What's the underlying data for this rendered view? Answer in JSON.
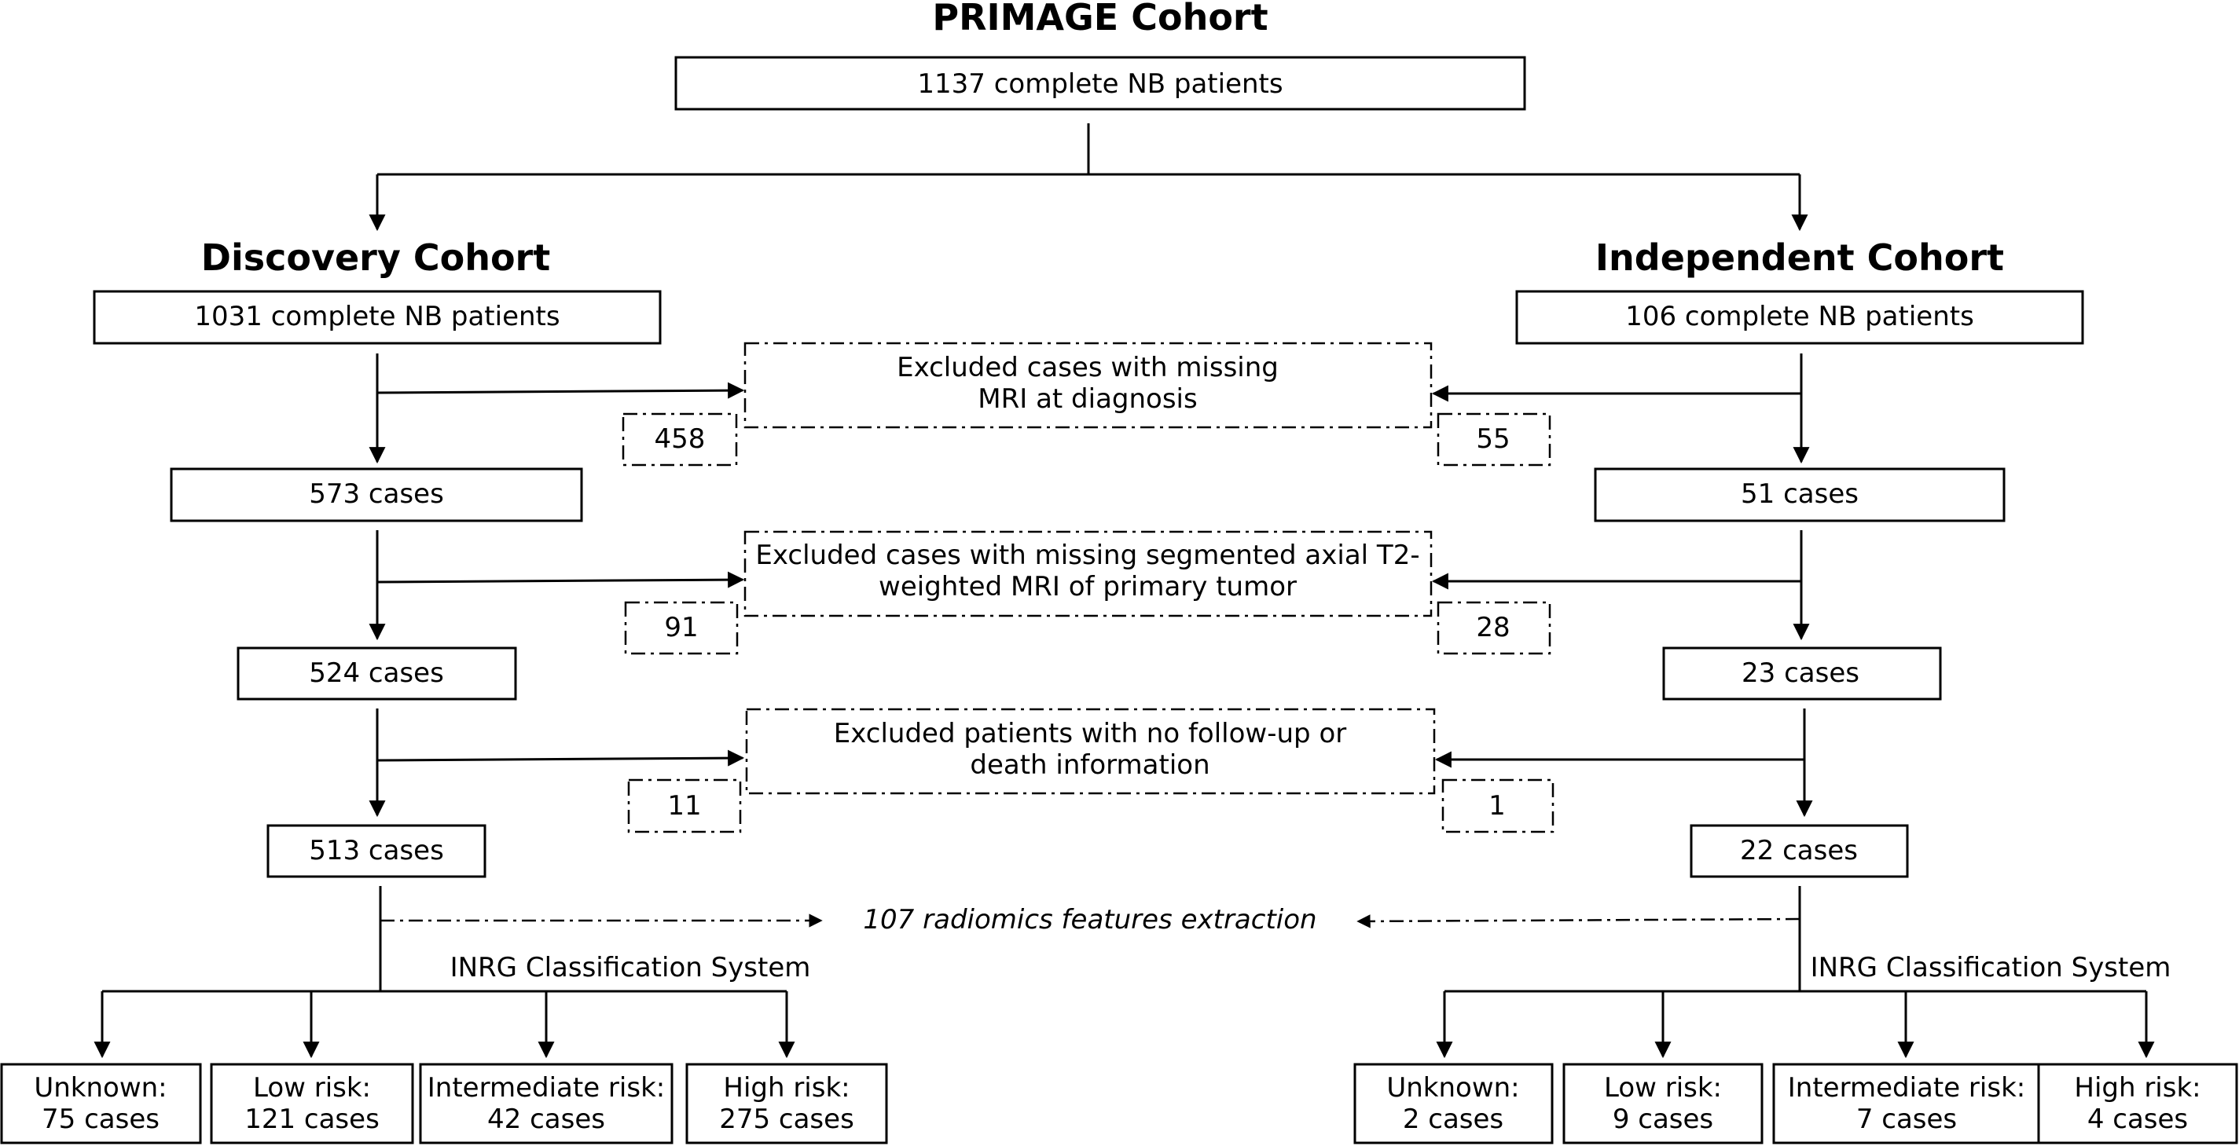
{
  "title": "PRIMAGE Cohort",
  "top_box": "1137 complete NB patients",
  "discovery": {
    "title": "Discovery Cohort",
    "start": "1031 complete NB patients",
    "step1": "573 cases",
    "step2": "524 cases",
    "step3": "513 cases",
    "excl1": "458",
    "excl2": "91",
    "excl3": "11",
    "inrg_label": "INRG Classification System",
    "groups": [
      {
        "line1": "Unknown:",
        "line2": "75 cases"
      },
      {
        "line1": "Low risk:",
        "line2": "121 cases"
      },
      {
        "line1": "Intermediate risk:",
        "line2": "42 cases"
      },
      {
        "line1": "High risk:",
        "line2": "275 cases"
      }
    ]
  },
  "independent": {
    "title": "Independent Cohort",
    "start": "106 complete NB patients",
    "step1": "51 cases",
    "step2": "23 cases",
    "step3": "22 cases",
    "excl1": "55",
    "excl2": "28",
    "excl3": "1",
    "inrg_label": "INRG Classification System",
    "groups": [
      {
        "line1": "Unknown:",
        "line2": "2 cases"
      },
      {
        "line1": "Low risk:",
        "line2": "9 cases"
      },
      {
        "line1": "Intermediate risk:",
        "line2": "7 cases"
      },
      {
        "line1": "High risk:",
        "line2": "4 cases"
      }
    ]
  },
  "exclusions": [
    {
      "line1": "Excluded cases with missing",
      "line2": "MRI at diagnosis"
    },
    {
      "line1": "Excluded cases with missing segmented axial T2-",
      "line2": "weighted MRI of primary tumor"
    },
    {
      "line1": "Excluded patients with no follow-up or",
      "line2": "death information"
    }
  ],
  "radiomics": "107 radiomics features extraction"
}
